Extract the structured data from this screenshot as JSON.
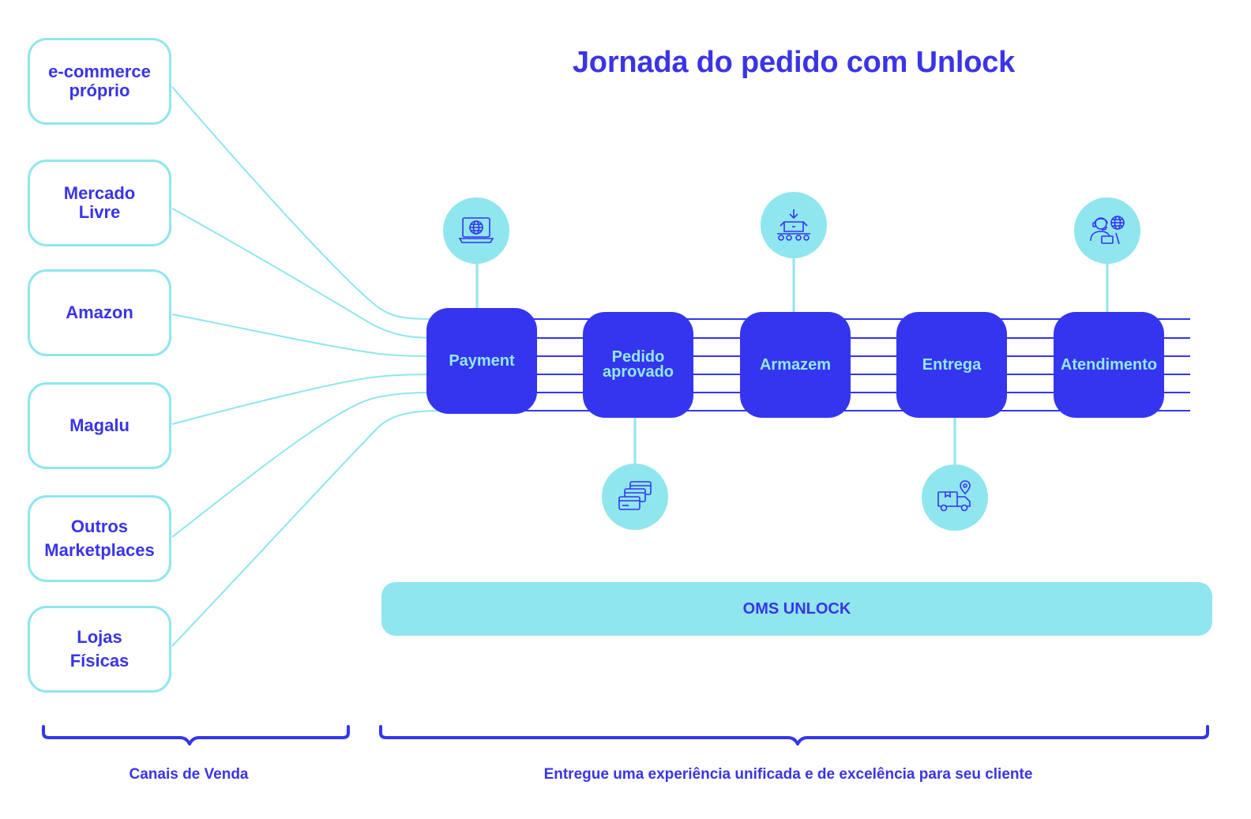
{
  "title": "Jornada do pedido com Unlock",
  "channels": [
    {
      "label": "e-commerce\npróprio"
    },
    {
      "label": "Mercado\nLivre"
    },
    {
      "label": "Amazon"
    },
    {
      "label": "Magalu"
    },
    {
      "label": "Outros\nMarketplaces"
    },
    {
      "label": "Lojas\nFísicas"
    }
  ],
  "stages": [
    {
      "label": "Payment",
      "icon": "laptop-globe-icon"
    },
    {
      "label": "Pedido\naprovado",
      "icon": "stacked-cards-icon"
    },
    {
      "label": "Armazem",
      "icon": "conveyor-box-icon"
    },
    {
      "label": "Entrega",
      "icon": "delivery-truck-pin-icon"
    },
    {
      "label": "Atendimento",
      "icon": "agent-headset-globe-icon"
    }
  ],
  "platform": {
    "label": "OMS UNLOCK"
  },
  "captions": {
    "left": "Canais de Venda",
    "right": "Entregue uma experiência unificada e de excelência para seu cliente"
  },
  "colors": {
    "primary": "#3535f0",
    "text": "#3a34e6",
    "accent": "#8fe6ee"
  }
}
